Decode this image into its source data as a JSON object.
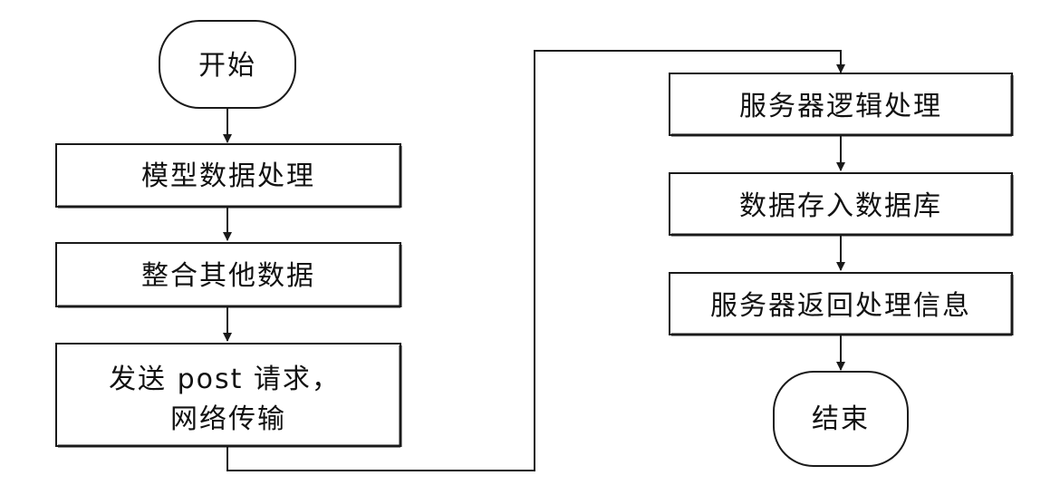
{
  "flowchart": {
    "left": {
      "start": "开始",
      "step1": "模型数据处理",
      "step2": "整合其他数据",
      "step3_line1": "发送 post 请求，",
      "step3_line2": "网络传输"
    },
    "right": {
      "step1": "服务器逻辑处理",
      "step2": "数据存入数据库",
      "step3": "服务器返回处理信息",
      "end": "结束"
    }
  },
  "colors": {
    "stroke": "#1a1a1a",
    "text": "#111111",
    "background": "#ffffff"
  }
}
